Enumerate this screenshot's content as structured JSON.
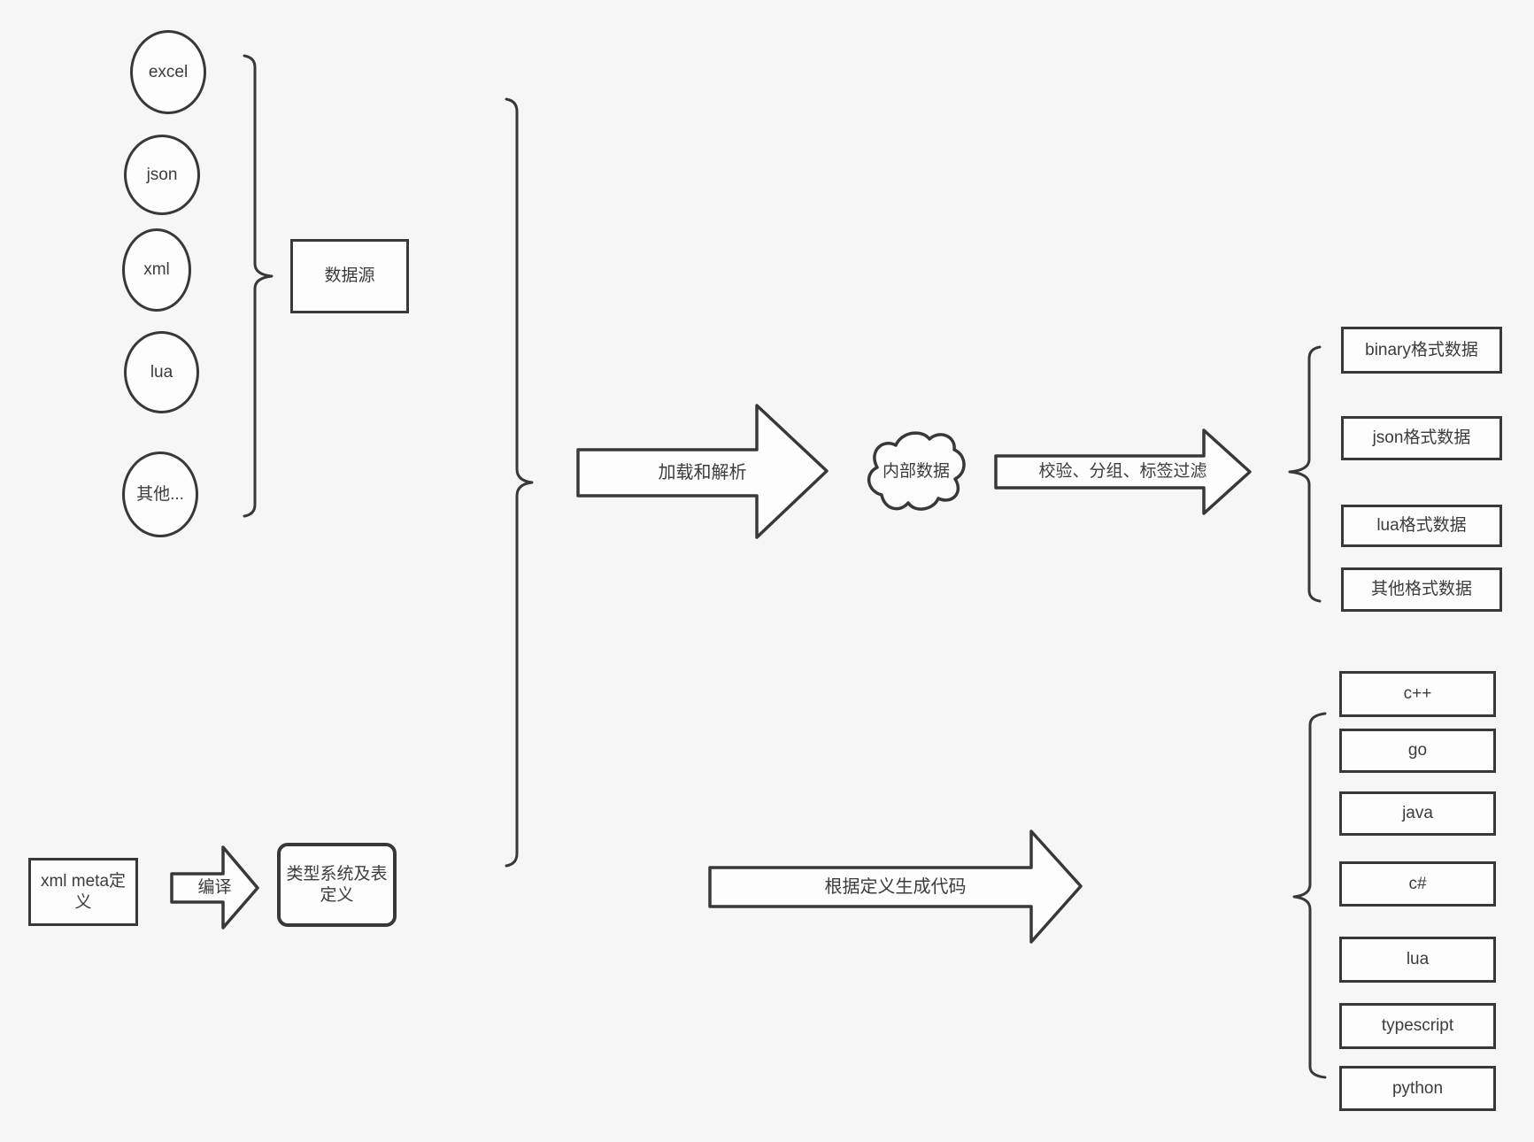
{
  "sources": {
    "nodes": [
      "excel",
      "json",
      "xml",
      "lua",
      "其他..."
    ],
    "group_label": "数据源"
  },
  "pipeline": {
    "load_arrow_label": "加载和解析",
    "cloud_label": "内部数据",
    "filter_arrow_label": "校验、分组、标签过滤"
  },
  "outputs": {
    "boxes": [
      "binary格式数据",
      "json格式数据",
      "lua格式数据",
      "其他格式数据"
    ]
  },
  "definitions": {
    "xml_meta_label": "xml meta定义",
    "compile_arrow_label": "编译",
    "type_system_label": "类型系统及表定义",
    "codegen_arrow_label": "根据定义生成代码"
  },
  "languages": {
    "boxes": [
      "c++",
      "go",
      "java",
      "c#",
      "lua",
      "typescript",
      "python"
    ]
  },
  "colors": {
    "background": "#f5f6f5",
    "stroke": "#383838",
    "shape_fill": "#fdfdfd"
  }
}
